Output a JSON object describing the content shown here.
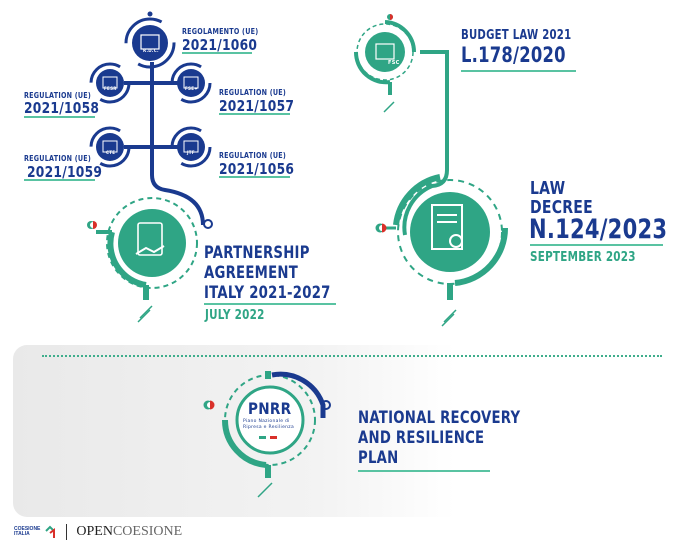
{
  "colors": {
    "blue": "#1a3a8f",
    "green": "#2fa585",
    "light_green": "#59c3a2"
  },
  "regulations": {
    "main": {
      "label": "REGOLAMENTO (UE)",
      "number": "2021/1060",
      "icon_text": "R.D.C."
    },
    "left_top": {
      "label": "REGULATION (UE)",
      "number": "2021/1058",
      "icon_text": "FESR"
    },
    "right_top": {
      "label": "REGULATION (UE)",
      "number": "2021/1057",
      "icon_text": "FSE+"
    },
    "left_bottom": {
      "label": "REGULATION (UE)",
      "number": "2021/1059",
      "icon_text": "CTE"
    },
    "right_bottom": {
      "label": "REGULATION (UE)",
      "number": "2021/1056",
      "icon_text": "JTF"
    }
  },
  "partnership": {
    "line1": "PARTNERSHIP",
    "line2": "AGREEMENT",
    "line3": "ITALY 2021-2027",
    "date": "JULY 2022"
  },
  "budget_law": {
    "label": "BUDGET LAW 2021",
    "number": "L.178/2020",
    "icon_text": "FSC"
  },
  "law_decree": {
    "line1": "LAW",
    "line2": "DECREE",
    "number": "N.124/2023",
    "date": "SEPTEMBER 2023"
  },
  "pnrr": {
    "badge_title": "PNRR",
    "badge_sub1": "Piano Nazionale di",
    "badge_sub2": "Ripresa e Resilienza",
    "line1": "NATIONAL RECOVERY",
    "line2": "AND RESILIENCE",
    "line3": "PLAN"
  },
  "footer": {
    "logo_small1": "COESIONE",
    "logo_small2": "ITALIA",
    "logo_open": "OPEN",
    "logo_coesione": "COESIONE"
  }
}
